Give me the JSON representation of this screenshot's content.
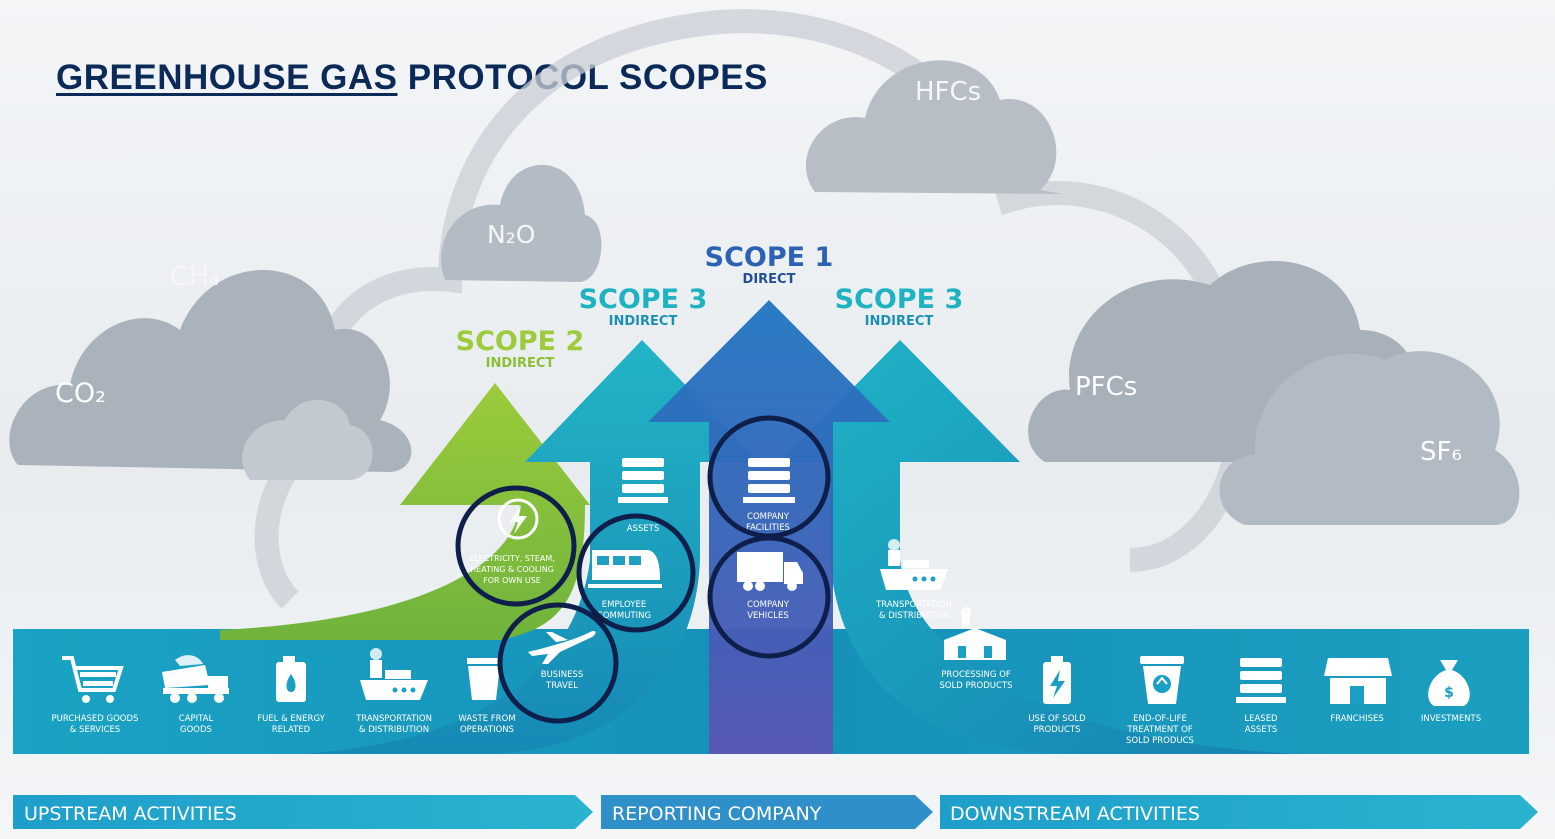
{
  "title": {
    "part1": "GREENHOUSE GAS",
    "part2": "PROTOCOL SCOPES"
  },
  "gases": {
    "co2": "CO₂",
    "ch4": "CH₄",
    "n2o": "N₂O",
    "hfcs": "HFCs",
    "pfcs": "PFCs",
    "sf6": "SF₆"
  },
  "scopes": {
    "scope2": {
      "title": "SCOPE 2",
      "sub": "INDIRECT"
    },
    "scope3_left": {
      "title": "SCOPE 3",
      "sub": "INDIRECT"
    },
    "scope1": {
      "title": "SCOPE 1",
      "sub": "DIRECT"
    },
    "scope3_right": {
      "title": "SCOPE 3",
      "sub": "INDIRECT"
    }
  },
  "upstream": {
    "purchased": [
      "PURCHASED GOODS",
      "& SERVICES"
    ],
    "capital": [
      "CAPITAL",
      "GOODS"
    ],
    "fuel": [
      "FUEL & ENERGY",
      "RELATED"
    ],
    "transport": [
      "TRANSPORTATION",
      "& DISTRIBUTION"
    ],
    "waste": [
      "WASTE FROM",
      "OPERATIONS"
    ],
    "business_travel": [
      "BUSINESS",
      "TRAVEL"
    ],
    "employee_commuting": [
      "EMPLOYEE",
      "COMMUTING"
    ],
    "leased_assets": "ASSETS",
    "electricity": [
      "ELECTRICITY, STEAM,",
      "HEATING & COOLING",
      "FOR OWN USE"
    ]
  },
  "company": {
    "facilities": [
      "COMPANY",
      "FACILITIES"
    ],
    "vehicles": [
      "COMPANY",
      "VEHICLES"
    ]
  },
  "downstream": {
    "transport": [
      "TRANSPORTATION",
      "& DISTRIBUTION"
    ],
    "processing": [
      "PROCESSING OF",
      "SOLD PRODUCTS"
    ],
    "use": [
      "USE OF SOLD",
      "PRODUCTS"
    ],
    "eol": [
      "END-OF-LIFE",
      "TREATMENT OF",
      "SOLD PRODUCS"
    ],
    "leased": [
      "LEASED",
      "ASSETS"
    ],
    "franchises": "FRANCHISES",
    "investments": "INVESTMENTS"
  },
  "bottom_bar": {
    "upstream": "UPSTREAM ACTIVITIES",
    "reporting": "REPORTING COMPANY",
    "downstream": "DOWNSTREAM ACTIVITIES"
  },
  "colors": {
    "title": "#0c2a57",
    "scope1": "#2f63b4",
    "scope2": "#8cc63f",
    "scope3": "#1aa3bf",
    "band": "#1a9fbe",
    "cloud": "#a9b2bd",
    "ring": "#0d1f4a",
    "bar": "#21a6c8"
  }
}
